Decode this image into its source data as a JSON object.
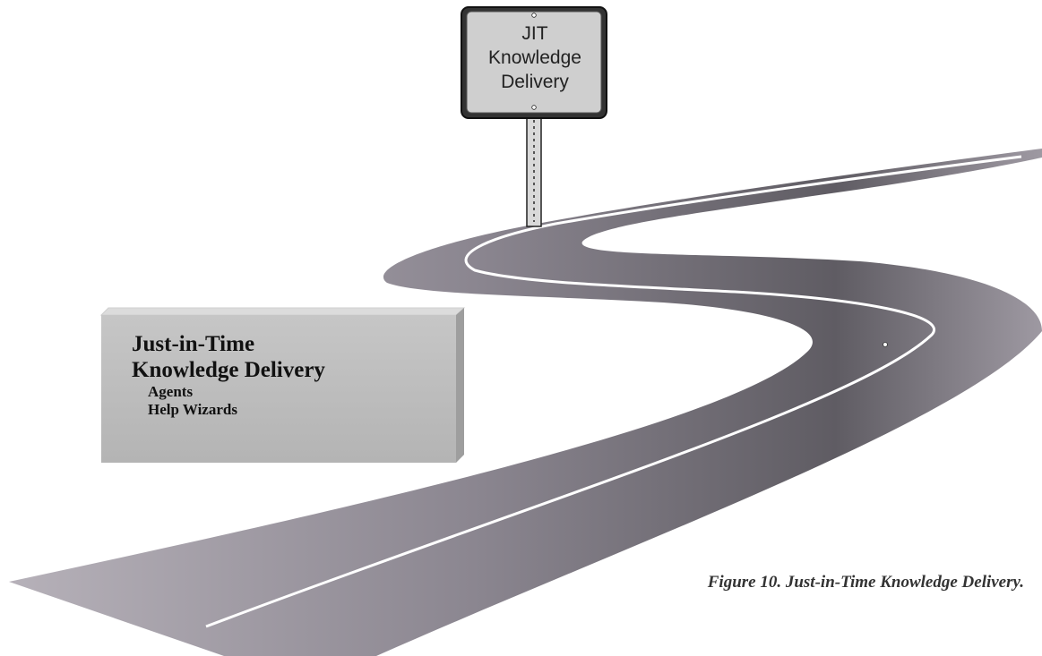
{
  "sign": {
    "lines": [
      "JIT",
      "Knowledge",
      "Delivery"
    ]
  },
  "box": {
    "title_lines": [
      "Just-in-Time",
      "Knowledge Delivery"
    ],
    "items": [
      "Agents",
      "Help Wizards"
    ]
  },
  "caption": "Figure 10. Just-in-Time Knowledge Delivery.",
  "colors": {
    "road_dark": "#5e5b61",
    "road_mid": "#8c8791",
    "road_light": "#b3aeb6",
    "sign_face": "#cfcfcf",
    "box_face": "#bcbcbc"
  }
}
